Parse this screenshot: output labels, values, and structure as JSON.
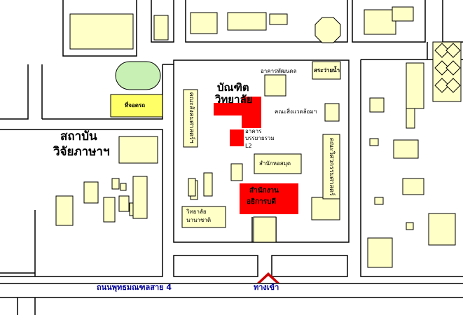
{
  "map": {
    "labels": {
      "sathaban": "สถาบัน",
      "wichai": "วิจัยภาษาฯ",
      "bandit": "บัณฑิต",
      "witthayalai": "วิทยาลัย",
      "akhan": "อาคาร",
      "banyai": "บรรยายรวม",
      "l2": "L2",
      "phantanon": "อาคารพัฒนดล",
      "sawai": "สระว่ายน้ำ",
      "khana_sing": "คณะสิ่งแวดล้อมฯ",
      "samnak_hosamut": "สำนักหอสมุด",
      "samnak_ngan": "สำนักงาน",
      "athikan": "อธิการบดี",
      "witthayalai_nanachat": "วิทยาลัย",
      "nanachat": "นานาชาติ",
      "khana_left": "คณะสังคมศาสตร์ฯ",
      "khana_right": "คณะวิศวกรรมศาสตร์",
      "parking": "ที่จอดรถ",
      "road": "ถนนพุทธมณฑลสาย 4",
      "entrance": "ทางเข้า"
    },
    "colors": {
      "building": "#ffffc8",
      "highlight": "#ff0000",
      "parking": "#ffff66",
      "field": "#c8f0b4",
      "road_text": "#000099",
      "entrance": "#cc0000"
    }
  }
}
